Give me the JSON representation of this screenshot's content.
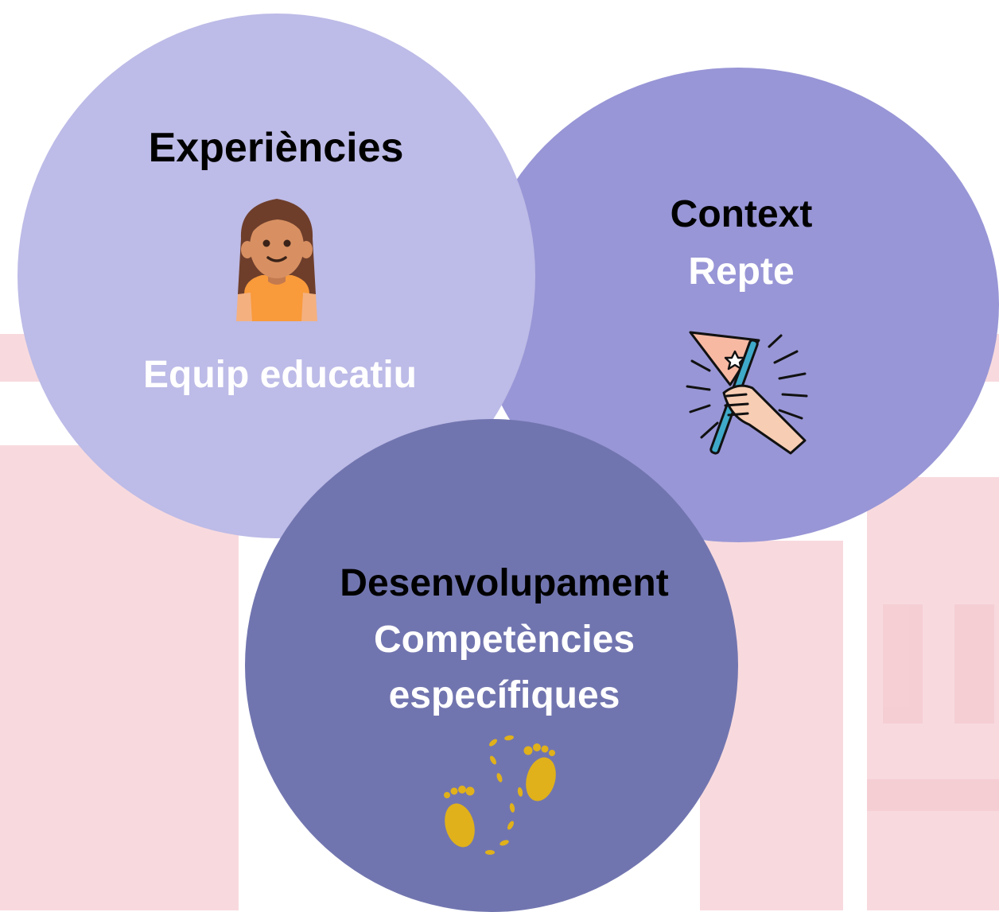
{
  "circles": {
    "experiencies": {
      "title": "Experiències",
      "subtitle": "Equip educatiu",
      "icon": "girl-avatar-icon",
      "color": "#bdbbe7"
    },
    "context": {
      "title": "Context",
      "subtitle": "Repte",
      "icon": "hand-holding-flag-icon",
      "color": "#9896d6"
    },
    "desenvolupament": {
      "title": "Desenvolupament",
      "subtitle_line1": "Competències",
      "subtitle_line2": "específiques",
      "icon": "footprints-icon",
      "color": "#7175af"
    }
  },
  "colors": {
    "background_watermark": "#f6d3d8",
    "title_text": "#000000",
    "subtitle_text": "#ffffff"
  }
}
